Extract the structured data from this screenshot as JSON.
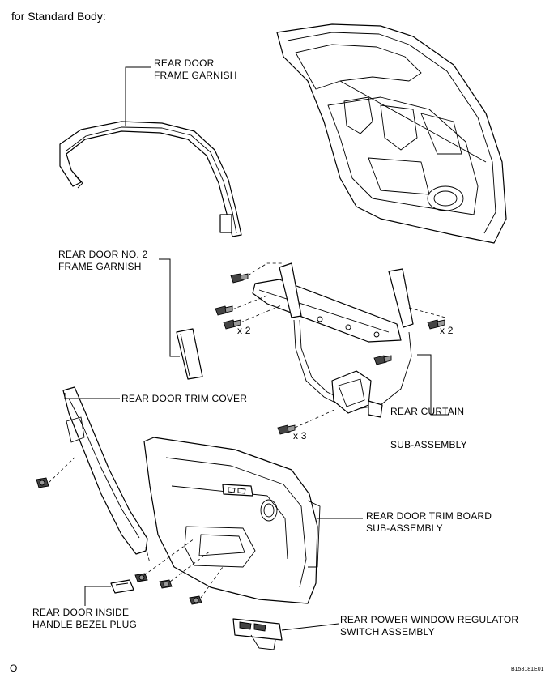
{
  "header": {
    "title": "for Standard Body:"
  },
  "labels": {
    "frame_garnish": [
      "REAR DOOR",
      "FRAME GARNISH"
    ],
    "no2_frame_garnish": [
      "REAR DOOR NO. 2",
      "FRAME GARNISH"
    ],
    "trim_cover": [
      "REAR DOOR TRIM COVER"
    ],
    "curtain": [
      "REAR CURTAIN",
      "SUB-ASSEMBLY"
    ],
    "trim_board": [
      "REAR DOOR TRIM BOARD",
      "SUB-ASSEMBLY"
    ],
    "bezel_plug": [
      "REAR DOOR INSIDE",
      "HANDLE BEZEL PLUG"
    ],
    "window_switch": [
      "REAR POWER WINDOW REGULATOR",
      "SWITCH ASSEMBLY"
    ]
  },
  "quantities": {
    "bolt_left": "x 2",
    "bolt_right": "x 2",
    "bolt_bottom": "x 3"
  },
  "footer": {
    "page_mark": "O",
    "figure_code": "B158181E01"
  }
}
